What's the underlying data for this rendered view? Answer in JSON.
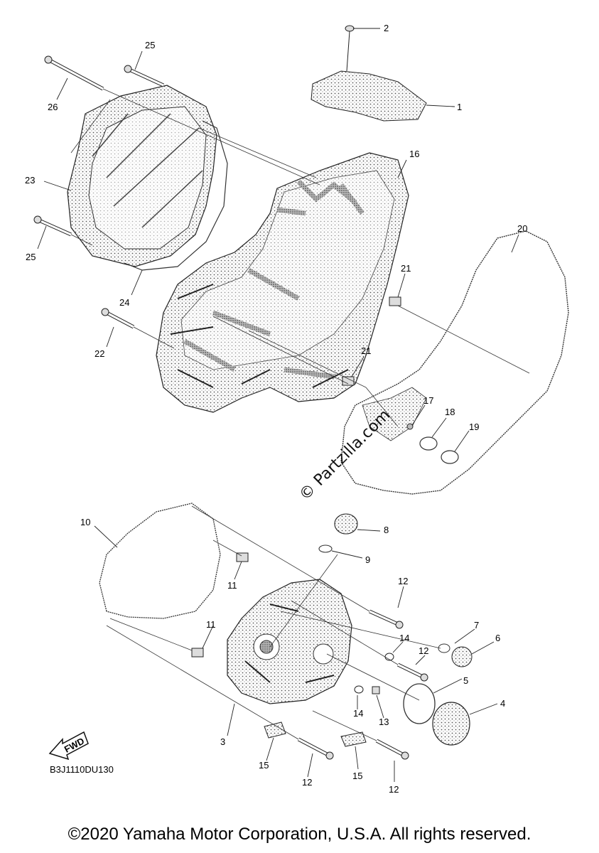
{
  "callouts": [
    {
      "id": "c1",
      "text": "1"
    },
    {
      "id": "c2",
      "text": "2"
    },
    {
      "id": "c3",
      "text": "3"
    },
    {
      "id": "c4",
      "text": "4"
    },
    {
      "id": "c5",
      "text": "5"
    },
    {
      "id": "c6",
      "text": "6"
    },
    {
      "id": "c7",
      "text": "7"
    },
    {
      "id": "c8",
      "text": "8"
    },
    {
      "id": "c9",
      "text": "9"
    },
    {
      "id": "c10",
      "text": "10"
    },
    {
      "id": "c11a",
      "text": "11"
    },
    {
      "id": "c11b",
      "text": "11"
    },
    {
      "id": "c12a",
      "text": "12"
    },
    {
      "id": "c12b",
      "text": "12"
    },
    {
      "id": "c12c",
      "text": "12"
    },
    {
      "id": "c12d",
      "text": "12"
    },
    {
      "id": "c13",
      "text": "13"
    },
    {
      "id": "c14a",
      "text": "14"
    },
    {
      "id": "c14b",
      "text": "14"
    },
    {
      "id": "c15a",
      "text": "15"
    },
    {
      "id": "c15b",
      "text": "15"
    },
    {
      "id": "c16",
      "text": "16"
    },
    {
      "id": "c17",
      "text": "17"
    },
    {
      "id": "c18",
      "text": "18"
    },
    {
      "id": "c19",
      "text": "19"
    },
    {
      "id": "c20",
      "text": "20"
    },
    {
      "id": "c21a",
      "text": "21"
    },
    {
      "id": "c21b",
      "text": "21"
    },
    {
      "id": "c22",
      "text": "22"
    },
    {
      "id": "c23",
      "text": "23"
    },
    {
      "id": "c24",
      "text": "24"
    },
    {
      "id": "c25a",
      "text": "25"
    },
    {
      "id": "c25b",
      "text": "25"
    },
    {
      "id": "c26",
      "text": "26"
    }
  ],
  "watermark": "© Partzilla.com",
  "fwd_label": "FWD",
  "diagram_code": "B3J1110DU130",
  "copyright": "©2020 Yamaha Motor Corporation, U.S.A. All rights reserved."
}
